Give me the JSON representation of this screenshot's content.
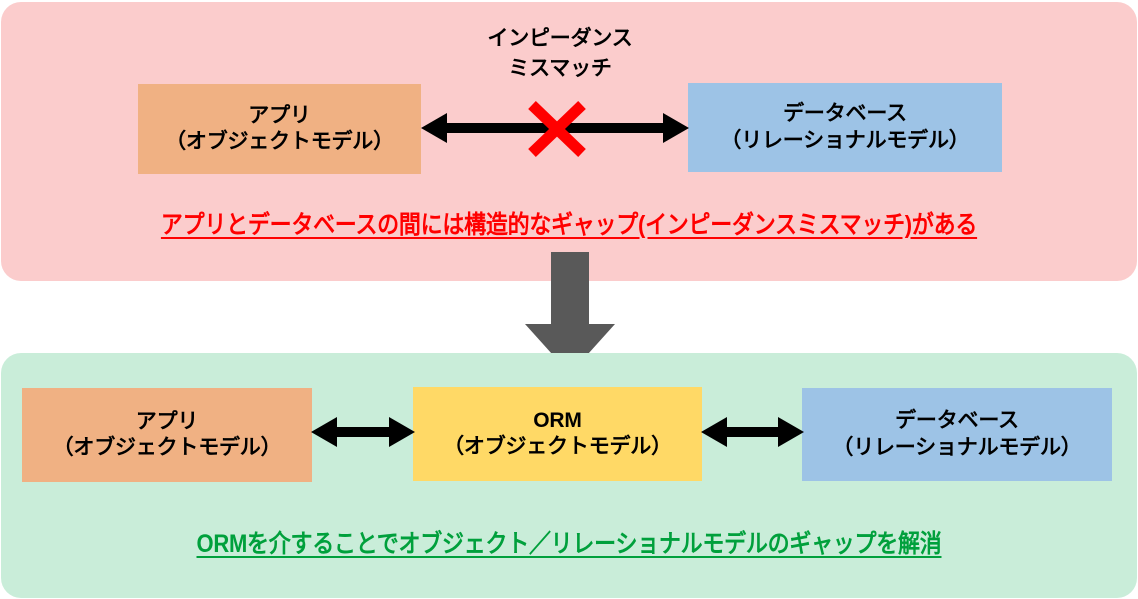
{
  "diagram": {
    "title_problem_panel": "impedance-mismatch-problem",
    "title_solution_panel": "orm-solution"
  },
  "colors": {
    "panel_problem_bg": "#FBCCCC",
    "panel_solution_bg": "#C9EDD9",
    "box_app": "#F0B183",
    "box_db": "#9DC3E6",
    "box_orm": "#FFD966",
    "arrow_black": "#000000",
    "arrow_gray": "#595959",
    "x_mark_red": "#FF0000",
    "caption_problem": "#FF0000",
    "caption_solution": "#00A03C"
  },
  "problem": {
    "mismatch_label": {
      "line1": "インピーダンス",
      "line2": "ミスマッチ"
    },
    "app_box": {
      "line1": "アプリ",
      "line2": "（オブジェクトモデル）"
    },
    "db_box": {
      "line1": "データベース",
      "line2": "（リレーショナルモデル）"
    },
    "x_mark": "x-mark",
    "arrow": "double-headed-arrow",
    "caption": "アプリとデータベースの間には構造的なギャップ(インピーダンスミスマッチ)がある"
  },
  "transition": {
    "arrow": "down-arrow"
  },
  "solution": {
    "app_box": {
      "line1": "アプリ",
      "line2": "（オブジェクトモデル）"
    },
    "orm_box": {
      "line1": "ORM",
      "line2": "（オブジェクトモデル）"
    },
    "db_box": {
      "line1": "データベース",
      "line2": "（リレーショナルモデル）"
    },
    "arrow_left": "double-headed-arrow",
    "arrow_right": "double-headed-arrow",
    "caption": "ORMを介することでオブジェクト／リレーショナルモデルのギャップを解消"
  }
}
